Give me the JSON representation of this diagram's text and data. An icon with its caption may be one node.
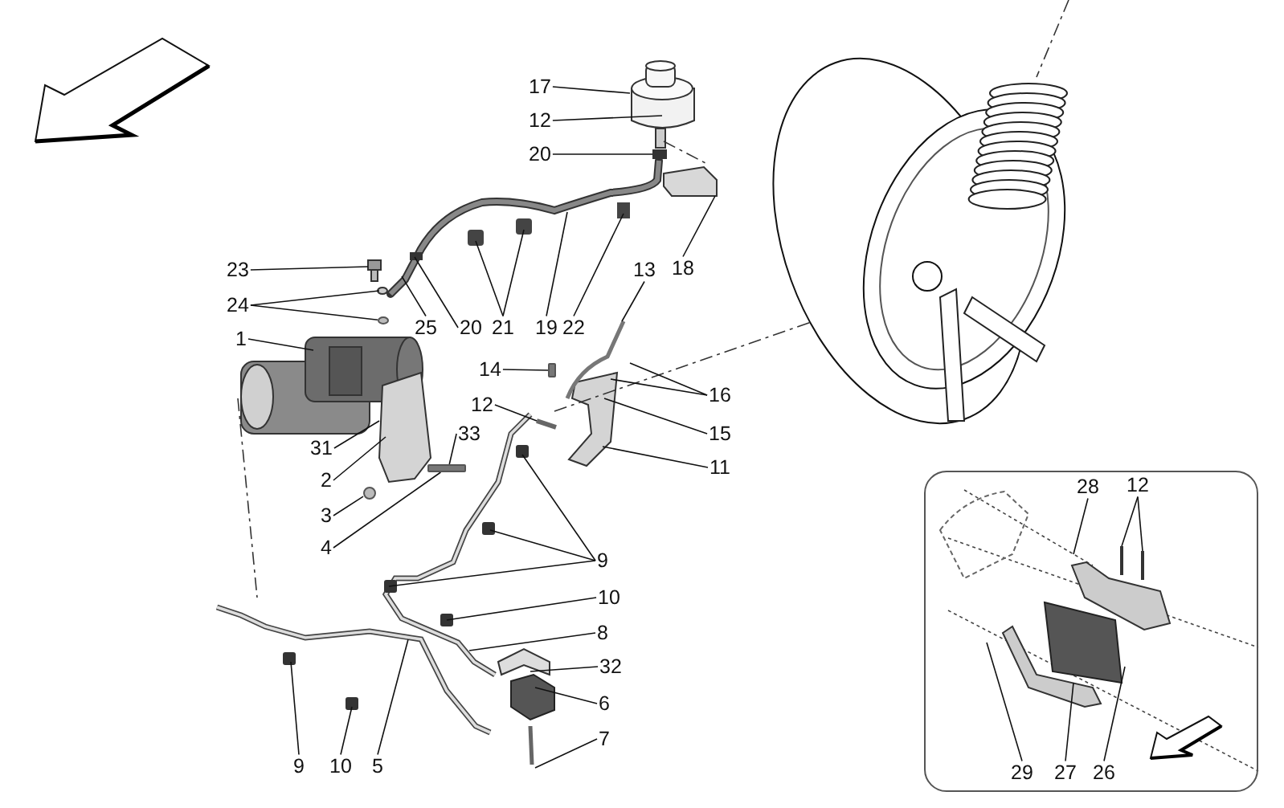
{
  "diagram": {
    "nodes": [
      {
        "text": [
          "17"
        ]
      },
      {
        "text": [
          "12"
        ]
      },
      {
        "text": [
          "20"
        ]
      },
      {
        "text": [
          "23"
        ]
      },
      {
        "text": [
          "18"
        ]
      },
      {
        "text": [
          "13"
        ]
      },
      {
        "text": [
          "24"
        ]
      },
      {
        "text": [
          "25"
        ]
      },
      {
        "text": [
          "20"
        ]
      },
      {
        "text": [
          "21"
        ]
      },
      {
        "text": [
          "19"
        ]
      },
      {
        "text": [
          "22"
        ]
      },
      {
        "text": [
          "1"
        ]
      },
      {
        "text": [
          "14"
        ]
      },
      {
        "text": [
          "16"
        ]
      },
      {
        "text": [
          "12"
        ]
      },
      {
        "text": [
          "15"
        ]
      },
      {
        "text": [
          "33"
        ]
      },
      {
        "text": [
          "31"
        ]
      },
      {
        "text": [
          "11"
        ]
      },
      {
        "text": [
          "2"
        ]
      },
      {
        "text": [
          "3"
        ]
      },
      {
        "text": [
          "4"
        ]
      },
      {
        "text": [
          "9"
        ]
      },
      {
        "text": [
          "10"
        ]
      },
      {
        "text": [
          "8"
        ]
      },
      {
        "text": [
          "32"
        ]
      },
      {
        "text": [
          "6"
        ]
      },
      {
        "text": [
          "7"
        ]
      },
      {
        "text": [
          "9"
        ]
      },
      {
        "text": [
          "10"
        ]
      },
      {
        "text": [
          "5"
        ]
      },
      {
        "text": [],
        "shape": "box"
      },
      {
        "text": [
          "28"
        ],
        "in": 32
      },
      {
        "text": [
          "12"
        ],
        "in": 32
      },
      {
        "text": [
          "29"
        ],
        "in": 32
      },
      {
        "text": [
          "27"
        ],
        "in": 32
      },
      {
        "text": [
          "26"
        ],
        "in": 32
      },
      {
        "text": [],
        "shape": "circle"
      },
      {
        "text": [],
        "shape": "bar"
      },
      {
        "text": [],
        "shape": "circle"
      },
      {
        "text": [],
        "shape": "bar"
      }
    ],
    "edges": [
      {
        "from": 0,
        "to": null,
        "arrow": "none"
      },
      {
        "from": 1,
        "to": null,
        "arrow": "none"
      },
      {
        "from": 2,
        "to": null,
        "arrow": "none"
      },
      {
        "from": 3,
        "to": null,
        "arrow": "none"
      },
      {
        "from": 4,
        "to": null,
        "arrow": "none"
      },
      {
        "from": 5,
        "to": null,
        "arrow": "none"
      },
      {
        "from": 6,
        "to": null,
        "arrow": "none"
      },
      {
        "from": 6,
        "to": 38,
        "arrow": "none"
      },
      {
        "from": 7,
        "to": null,
        "arrow": "none"
      },
      {
        "from": 8,
        "to": null,
        "arrow": "none"
      },
      {
        "from": 9,
        "to": null,
        "arrow": "none"
      },
      {
        "from": 9,
        "to": null,
        "arrow": "none"
      },
      {
        "from": 10,
        "to": null,
        "arrow": "none"
      },
      {
        "from": 11,
        "to": null,
        "arrow": "none"
      },
      {
        "from": 12,
        "to": null,
        "arrow": "none"
      },
      {
        "from": 13,
        "to": 39,
        "arrow": "none"
      },
      {
        "from": 14,
        "to": null,
        "arrow": "none"
      },
      {
        "from": 14,
        "to": null,
        "arrow": "none"
      },
      {
        "from": 15,
        "to": null,
        "arrow": "none"
      },
      {
        "from": 16,
        "to": null,
        "arrow": "none"
      },
      {
        "from": 17,
        "to": 41,
        "arrow": "none"
      },
      {
        "from": 18,
        "to": null,
        "arrow": "none"
      },
      {
        "from": 19,
        "to": null,
        "arrow": "none"
      },
      {
        "from": 20,
        "to": null,
        "arrow": "none"
      },
      {
        "from": 21,
        "to": 40,
        "arrow": "none"
      },
      {
        "from": 22,
        "to": 41,
        "arrow": "none"
      },
      {
        "from": 23,
        "to": null,
        "arrow": "none"
      },
      {
        "from": 23,
        "to": null,
        "arrow": "none"
      },
      {
        "from": 23,
        "to": null,
        "arrow": "none"
      },
      {
        "from": 24,
        "to": null,
        "arrow": "none"
      },
      {
        "from": 25,
        "to": null,
        "arrow": "none"
      },
      {
        "from": 26,
        "to": null,
        "arrow": "none"
      },
      {
        "from": 27,
        "to": null,
        "arrow": "none"
      },
      {
        "from": 28,
        "to": null,
        "arrow": "none"
      },
      {
        "from": 29,
        "to": null,
        "arrow": "none"
      },
      {
        "from": 30,
        "to": null,
        "arrow": "none"
      },
      {
        "from": 31,
        "to": null,
        "arrow": "none"
      },
      {
        "from": 33,
        "to": null,
        "arrow": "none"
      },
      {
        "from": 34,
        "to": null,
        "arrow": "none"
      },
      {
        "from": 34,
        "to": null,
        "arrow": "none"
      },
      {
        "from": 35,
        "to": null,
        "arrow": "none"
      },
      {
        "from": 36,
        "to": null,
        "arrow": "none"
      },
      {
        "from": 37,
        "to": null,
        "arrow": "none"
      }
    ]
  }
}
